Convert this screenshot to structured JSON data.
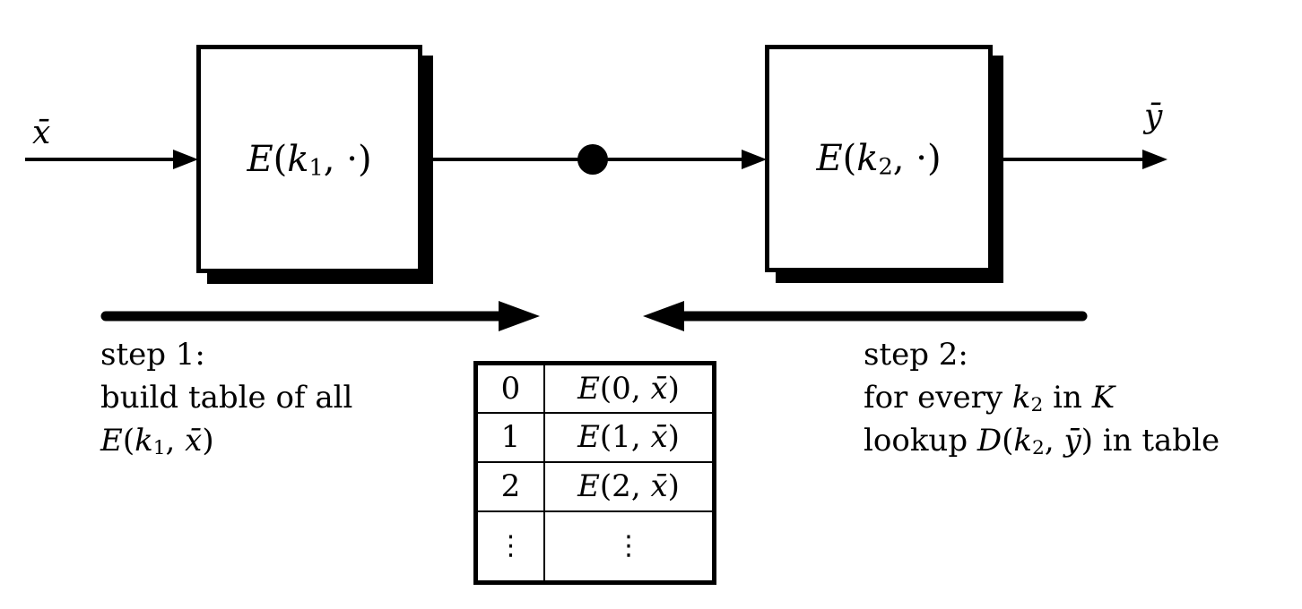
{
  "colors": {
    "ink": "#000000",
    "paper": "#ffffff"
  },
  "flow": {
    "input_label": "x̄",
    "output_label": "ȳ",
    "box1": {
      "fn": "E",
      "open": "(",
      "key": "k",
      "sub": "1",
      "close": ", ·)"
    },
    "box2": {
      "fn": "E",
      "open": "(",
      "key": "k",
      "sub": "2",
      "close": ", ·)"
    }
  },
  "step1": {
    "line1": "step 1:",
    "line2": "build table of all",
    "expr": {
      "fn": "E",
      "open": "(",
      "key": "k",
      "sub": "1",
      "comma": ", ",
      "var": "x̄",
      "close": ")"
    }
  },
  "step2": {
    "line1": "step 2:",
    "line2": {
      "pre": "for every ",
      "key": "k",
      "sub": "2",
      "mid": " in ",
      "set": "K"
    },
    "line3": {
      "pre": "lookup ",
      "fn": "D",
      "open": "(",
      "key": "k",
      "sub": "2",
      "comma": ", ",
      "var": "ȳ",
      "close": ")",
      "post": " in table"
    }
  },
  "table": {
    "rows": [
      {
        "key": "0",
        "fn": "E",
        "open": "(0, ",
        "var": "x̄",
        "close": ")"
      },
      {
        "key": "1",
        "fn": "E",
        "open": "(1, ",
        "var": "x̄",
        "close": ")"
      },
      {
        "key": "2",
        "fn": "E",
        "open": "(2, ",
        "var": "x̄",
        "close": ")"
      },
      {
        "key": "⋮",
        "value": "⋮"
      }
    ]
  }
}
